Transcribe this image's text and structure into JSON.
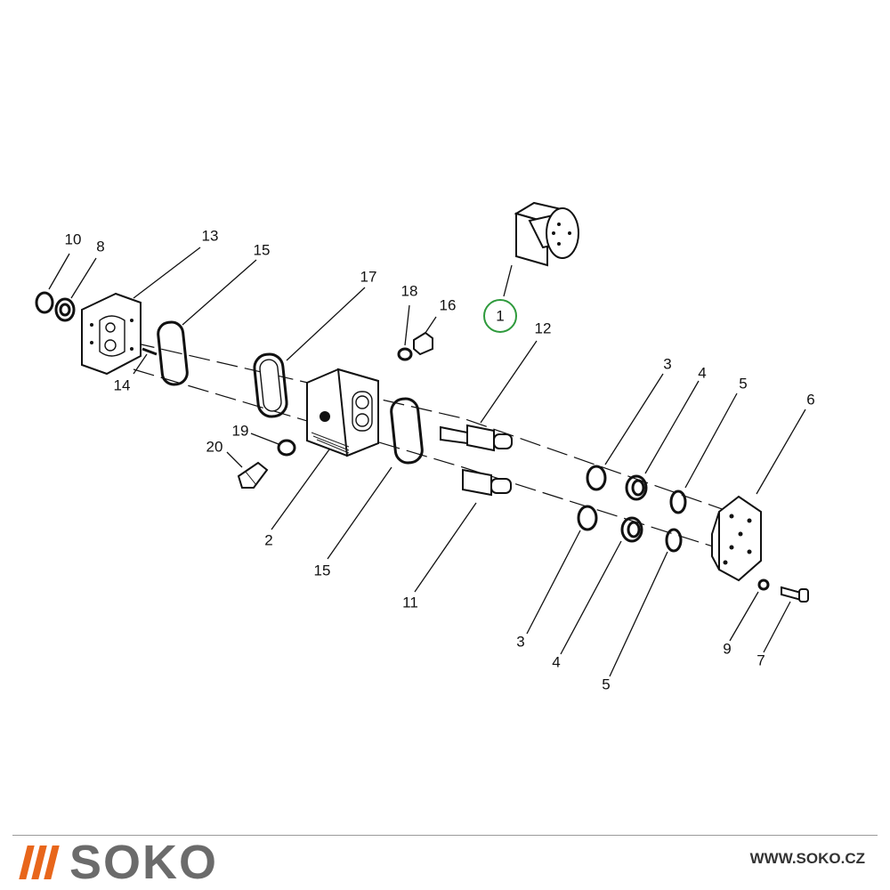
{
  "diagram": {
    "part_labels": {
      "p1": "1",
      "p2": "2",
      "p3a": "3",
      "p3b": "3",
      "p4a": "4",
      "p4b": "4",
      "p5a": "5",
      "p5b": "5",
      "p6": "6",
      "p7": "7",
      "p8": "8",
      "p9": "9",
      "p10": "10",
      "p11": "11",
      "p12": "12",
      "p13": "13",
      "p14": "14",
      "p15a": "15",
      "p15b": "15",
      "p16": "16",
      "p17": "17",
      "p18": "18",
      "p19": "19",
      "p20": "20"
    },
    "highlighted_part": "1",
    "highlight_color": "#2e9a3c"
  },
  "footer": {
    "brand_name": "SOKO",
    "brand_color": "#e8661b",
    "website": "WWW.SOKO.CZ"
  }
}
